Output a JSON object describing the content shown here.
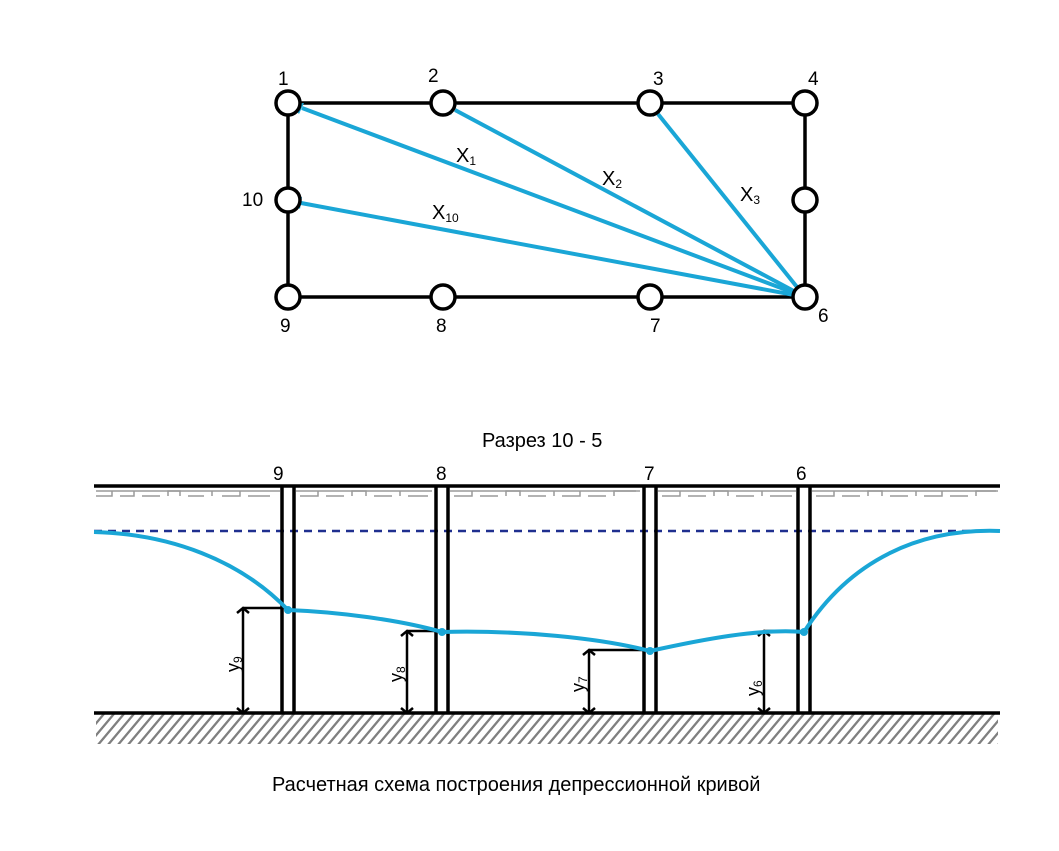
{
  "plan": {
    "wells": [
      {
        "id": "1",
        "label": "1"
      },
      {
        "id": "2",
        "label": "2"
      },
      {
        "id": "3",
        "label": "3"
      },
      {
        "id": "4",
        "label": "4"
      },
      {
        "id": "5",
        "label": ""
      },
      {
        "id": "6",
        "label": "6"
      },
      {
        "id": "7",
        "label": "7"
      },
      {
        "id": "8",
        "label": "8"
      },
      {
        "id": "9",
        "label": "9"
      },
      {
        "id": "10",
        "label": "10"
      }
    ],
    "distances": [
      {
        "id": "x1",
        "main": "X",
        "sub": "1"
      },
      {
        "id": "x2",
        "main": "X",
        "sub": "2"
      },
      {
        "id": "x3",
        "main": "X",
        "sub": "3"
      },
      {
        "id": "x10",
        "main": "X",
        "sub": "10"
      }
    ]
  },
  "section": {
    "title": "Разрез 10 - 5",
    "wells": [
      {
        "id": "9",
        "label": "9",
        "ymain": "y",
        "ysub": "9"
      },
      {
        "id": "8",
        "label": "8",
        "ymain": "y",
        "ysub": "8"
      },
      {
        "id": "7",
        "label": "7",
        "ymain": "y",
        "ysub": "7"
      },
      {
        "id": "6",
        "label": "6",
        "ymain": "y",
        "ysub": "6"
      }
    ]
  },
  "caption": "Расчетная схема построения депрессионной кривой",
  "colors": {
    "line": "#000000",
    "arrow": "#1aa6d6",
    "curve": "#1aa6d6",
    "static_level": "#1f2f8f",
    "hatch": "#808080"
  }
}
